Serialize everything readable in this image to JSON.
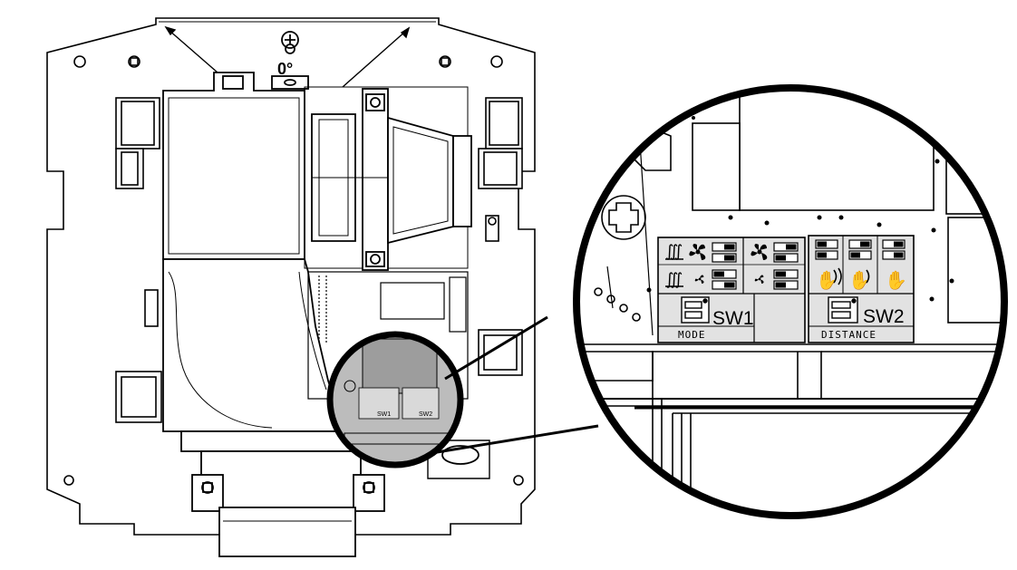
{
  "diagram": {
    "angle_label": "0°",
    "small_board": {
      "sw1_label": "SW1",
      "sw2_label": "SW2"
    },
    "zoom": {
      "sw1_label": "SW1",
      "sw1_caption": "MODE",
      "sw2_label": "SW2",
      "sw2_caption": "DISTANCE",
      "heat_symbol": "∭",
      "hand_symbol": "✋"
    }
  },
  "colors": {
    "line": "#000000",
    "board_fill": "#bcbcbc",
    "background": "#ffffff"
  }
}
